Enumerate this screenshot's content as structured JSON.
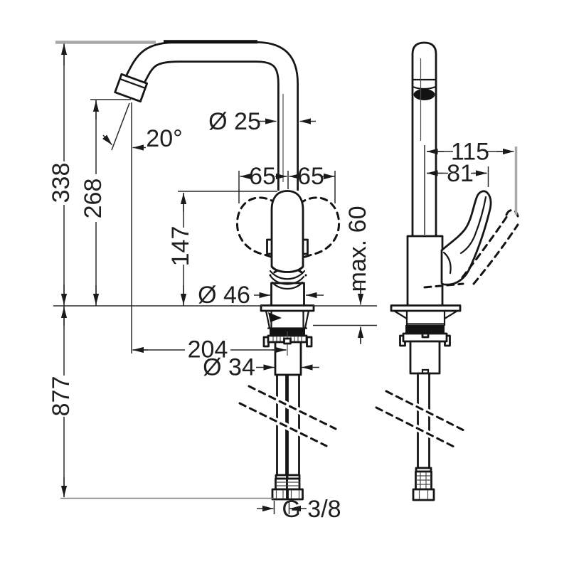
{
  "labels": {
    "total_height": "338",
    "spout_height": "268",
    "spout_angle": "20°",
    "spout_pipe_diameter": "Ø 25",
    "swing_left": "65",
    "swing_right": "65",
    "handle_clearance": "147",
    "base_diameter": "Ø 46",
    "max_counter_thickness": "max. 60",
    "spout_reach": "204",
    "shank_diameter": "Ø 34",
    "hose_length": "877",
    "connection_thread": "G 3/8",
    "side_projection_open": "115",
    "side_projection": "81"
  },
  "colors": {
    "outline": "#161616",
    "dimension_line": "#2a2a2a",
    "extension_gray": "#a8a8a8",
    "background": "#ffffff"
  }
}
